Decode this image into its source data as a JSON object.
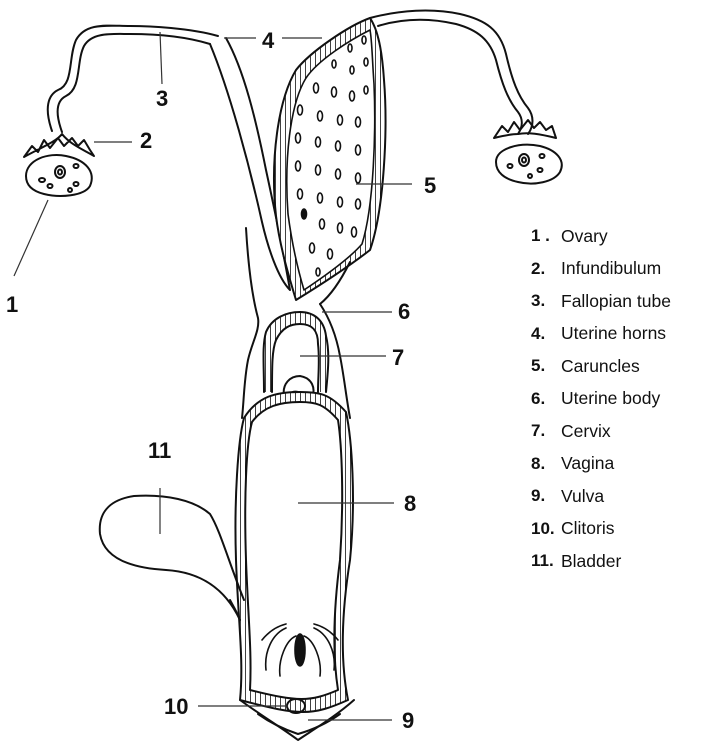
{
  "callouts": [
    {
      "id": "1",
      "text": "1"
    },
    {
      "id": "2",
      "text": "2"
    },
    {
      "id": "3",
      "text": "3"
    },
    {
      "id": "4",
      "text": "4"
    },
    {
      "id": "5",
      "text": "5"
    },
    {
      "id": "6",
      "text": "6"
    },
    {
      "id": "7",
      "text": "7"
    },
    {
      "id": "8",
      "text": "8"
    },
    {
      "id": "9",
      "text": "9"
    },
    {
      "id": "10",
      "text": "10"
    },
    {
      "id": "11",
      "text": "11"
    }
  ],
  "legend": [
    {
      "num": "1 .",
      "text": "Ovary"
    },
    {
      "num": "2.",
      "text": "Infundibulum"
    },
    {
      "num": "3.",
      "text": "Fallopian tube"
    },
    {
      "num": "4.",
      "text": "Uterine horns"
    },
    {
      "num": "5.",
      "text": "Caruncles"
    },
    {
      "num": "6.",
      "text": "Uterine body"
    },
    {
      "num": "7.",
      "text": "Cervix"
    },
    {
      "num": "8.",
      "text": "Vagina"
    },
    {
      "num": "9.",
      "text": "Vulva"
    },
    {
      "num": "10.",
      "text": "Clitoris"
    },
    {
      "num": "11.",
      "text": "Bladder"
    }
  ]
}
